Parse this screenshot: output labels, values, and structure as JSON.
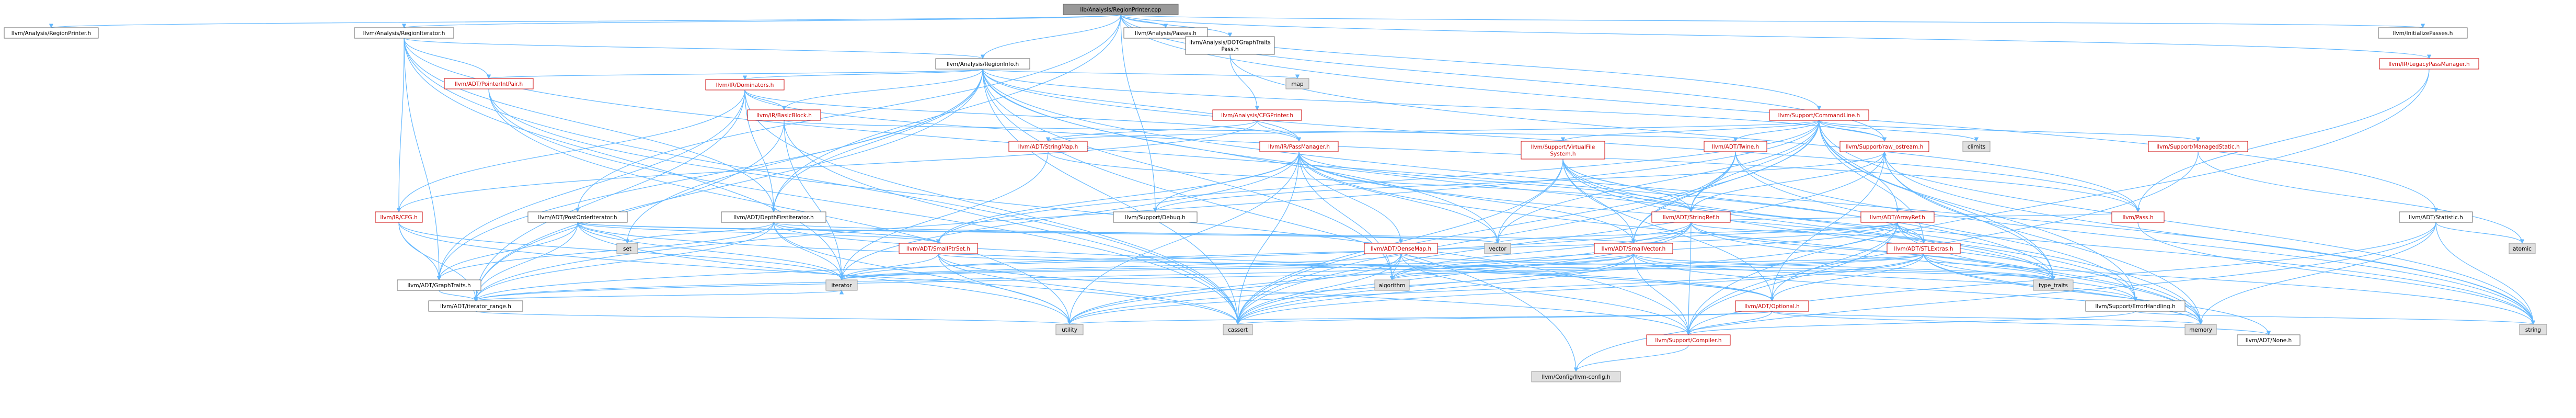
{
  "nodes": [
    {
      "id": "root",
      "label": "lib/Analysis/RegionPrinter.cpp",
      "kind": "root"
    },
    {
      "id": "RegionPrinterH",
      "label": "llvm/Analysis/RegionPrinter.h",
      "kind": "plain"
    },
    {
      "id": "RegionIterator",
      "label": "llvm/Analysis/RegionIterator.h",
      "kind": "plain"
    },
    {
      "id": "Passes",
      "label": "llvm/Analysis/Passes.h",
      "kind": "plain"
    },
    {
      "id": "DOTGraphTraitsPass",
      "label": "llvm/Analysis/DOTGraphTraits\nPass.h",
      "kind": "plain"
    },
    {
      "id": "InitializePasses",
      "label": "llvm/InitializePasses.h",
      "kind": "plain"
    },
    {
      "id": "LegacyPassManager",
      "label": "llvm/IR/LegacyPassManager.h",
      "kind": "red"
    },
    {
      "id": "Statistic",
      "label": "llvm/ADT/Statistic.h",
      "kind": "plain"
    },
    {
      "id": "RegionInfo",
      "label": "llvm/Analysis/RegionInfo.h",
      "kind": "plain"
    },
    {
      "id": "PointerIntPair",
      "label": "llvm/ADT/PointerIntPair.h",
      "kind": "red"
    },
    {
      "id": "Dominators",
      "label": "llvm/IR/Dominators.h",
      "kind": "red"
    },
    {
      "id": "map",
      "label": "map",
      "kind": "sys"
    },
    {
      "id": "CFGPrinter",
      "label": "llvm/Analysis/CFGPrinter.h",
      "kind": "red"
    },
    {
      "id": "CommandLine",
      "label": "llvm/Support/CommandLine.h",
      "kind": "red"
    },
    {
      "id": "BasicBlock",
      "label": "llvm/IR/BasicBlock.h",
      "kind": "red"
    },
    {
      "id": "StringMap",
      "label": "llvm/ADT/StringMap.h",
      "kind": "red"
    },
    {
      "id": "PassManager",
      "label": "llvm/IR/PassManager.h",
      "kind": "red"
    },
    {
      "id": "VirtualFileSystem",
      "label": "llvm/Support/VirtualFile\nSystem.h",
      "kind": "red"
    },
    {
      "id": "Twine",
      "label": "llvm/ADT/Twine.h",
      "kind": "red"
    },
    {
      "id": "rawostream",
      "label": "llvm/Support/raw_ostream.h",
      "kind": "red"
    },
    {
      "id": "climits",
      "label": "climits",
      "kind": "sys"
    },
    {
      "id": "ManagedStatic",
      "label": "llvm/Support/ManagedStatic.h",
      "kind": "red"
    },
    {
      "id": "CFG",
      "label": "llvm/IR/CFG.h",
      "kind": "red"
    },
    {
      "id": "PostOrderIterator",
      "label": "llvm/ADT/PostOrderIterator.h",
      "kind": "plain"
    },
    {
      "id": "DepthFirstIterator",
      "label": "llvm/ADT/DepthFirstIterator.h",
      "kind": "plain"
    },
    {
      "id": "Debug",
      "label": "llvm/Support/Debug.h",
      "kind": "plain"
    },
    {
      "id": "StringRef",
      "label": "llvm/ADT/StringRef.h",
      "kind": "red"
    },
    {
      "id": "ArrayRef",
      "label": "llvm/ADT/ArrayRef.h",
      "kind": "red"
    },
    {
      "id": "Pass",
      "label": "llvm/Pass.h",
      "kind": "red"
    },
    {
      "id": "atomic",
      "label": "atomic",
      "kind": "sys"
    },
    {
      "id": "set",
      "label": "set",
      "kind": "sys"
    },
    {
      "id": "SmallPtrSet",
      "label": "llvm/ADT/SmallPtrSet.h",
      "kind": "red"
    },
    {
      "id": "DenseMap",
      "label": "llvm/ADT/DenseMap.h",
      "kind": "red"
    },
    {
      "id": "vector",
      "label": "vector",
      "kind": "sys"
    },
    {
      "id": "SmallVector",
      "label": "llvm/ADT/SmallVector.h",
      "kind": "red"
    },
    {
      "id": "STLExtras",
      "label": "llvm/ADT/STLExtras.h",
      "kind": "red"
    },
    {
      "id": "GraphTraits",
      "label": "llvm/ADT/GraphTraits.h",
      "kind": "plain"
    },
    {
      "id": "iterator",
      "label": "iterator",
      "kind": "sys"
    },
    {
      "id": "iteratorrange",
      "label": "llvm/ADT/iterator_range.h",
      "kind": "plain"
    },
    {
      "id": "Optional",
      "label": "llvm/ADT/Optional.h",
      "kind": "red"
    },
    {
      "id": "algorithm",
      "label": "algorithm",
      "kind": "sys"
    },
    {
      "id": "typetraits",
      "label": "type_traits",
      "kind": "sys"
    },
    {
      "id": "ErrorHandling",
      "label": "llvm/Support/ErrorHandling.h",
      "kind": "plain"
    },
    {
      "id": "utility",
      "label": "utility",
      "kind": "sys"
    },
    {
      "id": "cassert",
      "label": "cassert",
      "kind": "sys"
    },
    {
      "id": "Compiler",
      "label": "llvm/Support/Compiler.h",
      "kind": "red"
    },
    {
      "id": "memory",
      "label": "memory",
      "kind": "sys"
    },
    {
      "id": "None",
      "label": "llvm/ADT/None.h",
      "kind": "plain"
    },
    {
      "id": "string",
      "label": "string",
      "kind": "sys"
    },
    {
      "id": "config",
      "label": "llvm/Config/llvm-config.h",
      "kind": "sys"
    }
  ]
}
